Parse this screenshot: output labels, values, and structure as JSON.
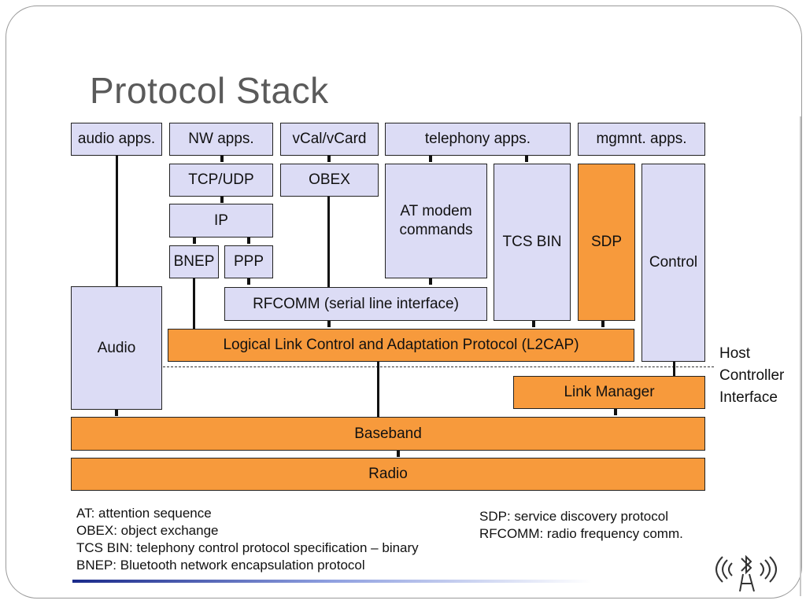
{
  "slide": {
    "title": "Protocol Stack"
  },
  "diagram": {
    "audio_apps": "audio apps.",
    "nw_apps": "NW apps.",
    "vcal": "vCal/vCard",
    "telephony_apps": "telephony apps.",
    "mgmnt_apps": "mgmnt. apps.",
    "tcp_udp": "TCP/UDP",
    "obex": "OBEX",
    "at_modem": "AT modem commands",
    "tcs_bin": "TCS BIN",
    "sdp": "SDP",
    "control": "Control",
    "ip": "IP",
    "bnep": "BNEP",
    "ppp": "PPP",
    "rfcomm": "RFCOMM (serial line interface)",
    "audio": "Audio",
    "l2cap": "Logical Link Control and Adaptation Protocol (L2CAP)",
    "hci_label": "Host Controller Interface",
    "link_manager": "Link Manager",
    "baseband": "Baseband",
    "radio": "Radio"
  },
  "legend": {
    "left": [
      "AT: attention sequence",
      "OBEX: object exchange",
      "TCS BIN: telephony control protocol specification – binary",
      "BNEP: Bluetooth network encapsulation protocol"
    ],
    "right": [
      "SDP: service discovery protocol",
      "RFCOMM: radio frequency comm."
    ]
  },
  "colors": {
    "application_box": "#dcdcf5",
    "core_box": "#f79a3c",
    "title": "#5a5a5a"
  },
  "icons": {
    "logo": "bluetooth-signal-logo-icon"
  }
}
